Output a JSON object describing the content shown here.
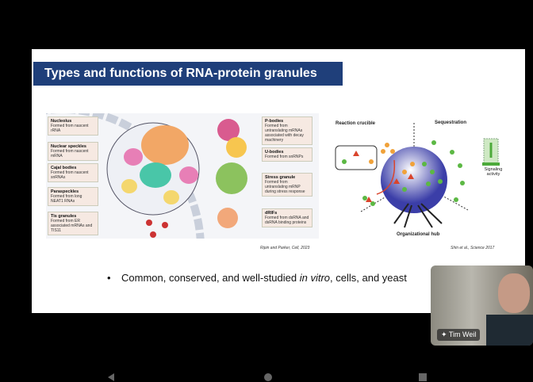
{
  "slide": {
    "title": "Types and functions of RNA-protein granules",
    "figure_left": {
      "labels_left": [
        {
          "name": "Nucleolus",
          "desc": "Formed from nascent rRNA"
        },
        {
          "name": "Nuclear speckles",
          "desc": "Formed from nascent mRNA"
        },
        {
          "name": "Cajal bodies",
          "desc": "Formed from nascent snRNAs"
        },
        {
          "name": "Paraspeckles",
          "desc": "Formed from long NEAT1 RNAs"
        },
        {
          "name": "Tis granules",
          "desc": "Formed from ER associated mRNAs and TIS11"
        }
      ],
      "labels_right": [
        {
          "name": "P-bodies",
          "desc": "Formed from untranslating mRNAs associated with decay machinery"
        },
        {
          "name": "U-bodies",
          "desc": "Formed from snRNPs"
        },
        {
          "name": "Stress granule",
          "desc": "Formed from untranslating mRNP during stress response"
        },
        {
          "name": "dRIFs",
          "desc": "Formed from dsRNA and dsRNA binding proteins"
        }
      ],
      "citation": "Ripin and Parker, Cell, 2023"
    },
    "figure_right": {
      "reaction": "Reaction crucible",
      "sequestration": "Sequestration",
      "signaling": "Signaling activity",
      "hub": "Organizational hub",
      "citation": "Shin et al., Science 2017"
    },
    "bullet": {
      "pre": "Common, conserved, and well-studied ",
      "italic": "in vitro",
      "post": ", cells, and yeast"
    }
  },
  "video": {
    "name": "Tim Weil"
  }
}
